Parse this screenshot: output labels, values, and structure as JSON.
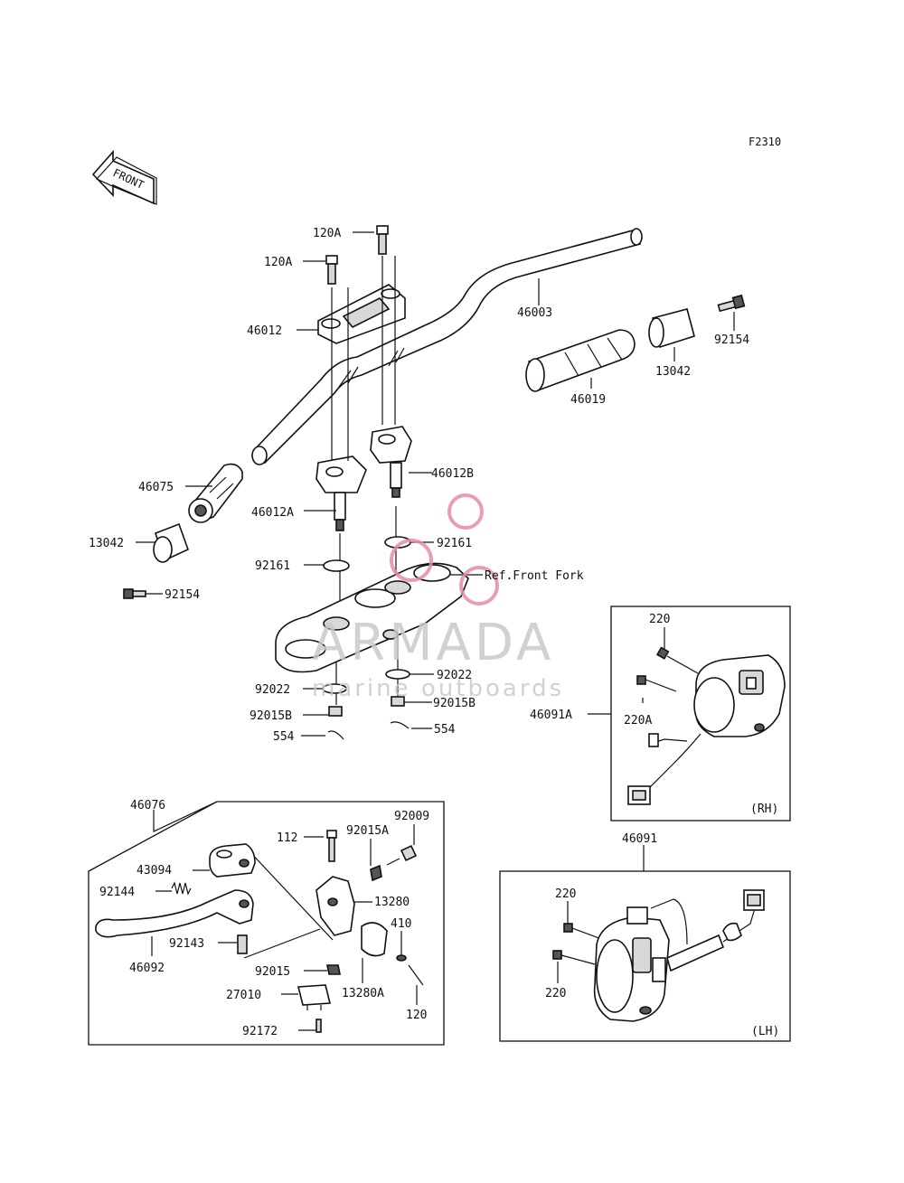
{
  "figure_id": "F2310",
  "front_badge": "FRONT",
  "watermark": {
    "brand": "ARMADA",
    "tagline": "marine outboards",
    "color": "#e58bb0"
  },
  "callouts": {
    "bolt_top_right": "120A",
    "bolt_top_left": "120A",
    "upper_holder": "46012",
    "handlebar": "46003",
    "grip_right": "46019",
    "weight_right": "13042",
    "screw_right": "92154",
    "grip_left": "46075",
    "holder_left": "46012A",
    "holder_right": "46012B",
    "weight_left": "13042",
    "screw_left": "92154",
    "washer_right": "92161",
    "washer_left": "92161",
    "ref_fork": "Ref.Front Fork",
    "damper_right": "92022",
    "damper_left": "92022",
    "nut_right": "92015B",
    "nut_left": "92015B",
    "pin_right": "554",
    "pin_left": "554"
  },
  "rh_box": {
    "assembly": "46091A",
    "screw_a": "220",
    "screw_b": "220A",
    "side": "(RH)"
  },
  "lh_box": {
    "assembly": "46091",
    "screw_a": "220",
    "screw_b": "220",
    "side": "(LH)"
  },
  "lever_box": {
    "assembly": "46076",
    "adjuster": "43094",
    "spring": "92144",
    "lever": "46092",
    "collar": "92143",
    "bolt": "112",
    "nut_a": "92015A",
    "bolt_b": "92009",
    "bracket": "13280",
    "washer": "410",
    "clamp": "13280A",
    "nut": "92015",
    "switch": "27010",
    "screw": "92172",
    "bolt_c": "120"
  }
}
